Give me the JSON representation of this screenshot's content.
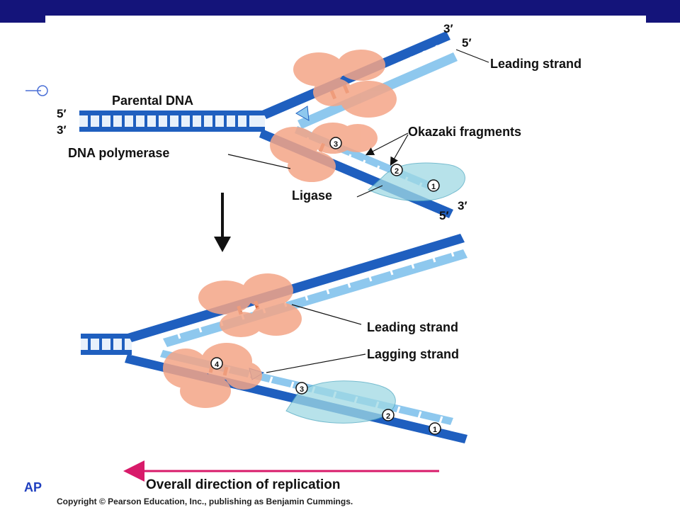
{
  "colors": {
    "header_bar": "#14147a",
    "parental_strand": "#1f5fbf",
    "new_strand": "#8ec8ee",
    "rna_primer": "#d76a3c",
    "dna_polymerase": "#f4a587",
    "ligase_primase": "#9fd9e4",
    "direction_arrow": "#d81b6a",
    "ap_text": "#1f3fbf"
  },
  "footer": {
    "ap": "AP",
    "copyright": "Copyright © Pearson Education, Inc., publishing as Benjamin Cummings."
  },
  "top_diagram": {
    "parental_dna": "Parental DNA",
    "five_prime_left": "5′",
    "three_prime_left": "3′",
    "three_prime_top": "3′",
    "five_prime_top": "5′",
    "leading_strand": "Leading strand",
    "okazaki_fragments": "Okazaki fragments",
    "dna_polymerase": "DNA polymerase",
    "ligase": "Ligase",
    "three_prime_bottom": "3′",
    "five_prime_bottom": "5′",
    "fragment_numbers": [
      "3",
      "2",
      "1"
    ]
  },
  "bottom_diagram": {
    "leading_strand": "Leading strand",
    "lagging_strand": "Lagging strand",
    "fragment_numbers": [
      "4",
      "3",
      "2",
      "1"
    ],
    "overall_direction": "Overall direction of replication"
  }
}
